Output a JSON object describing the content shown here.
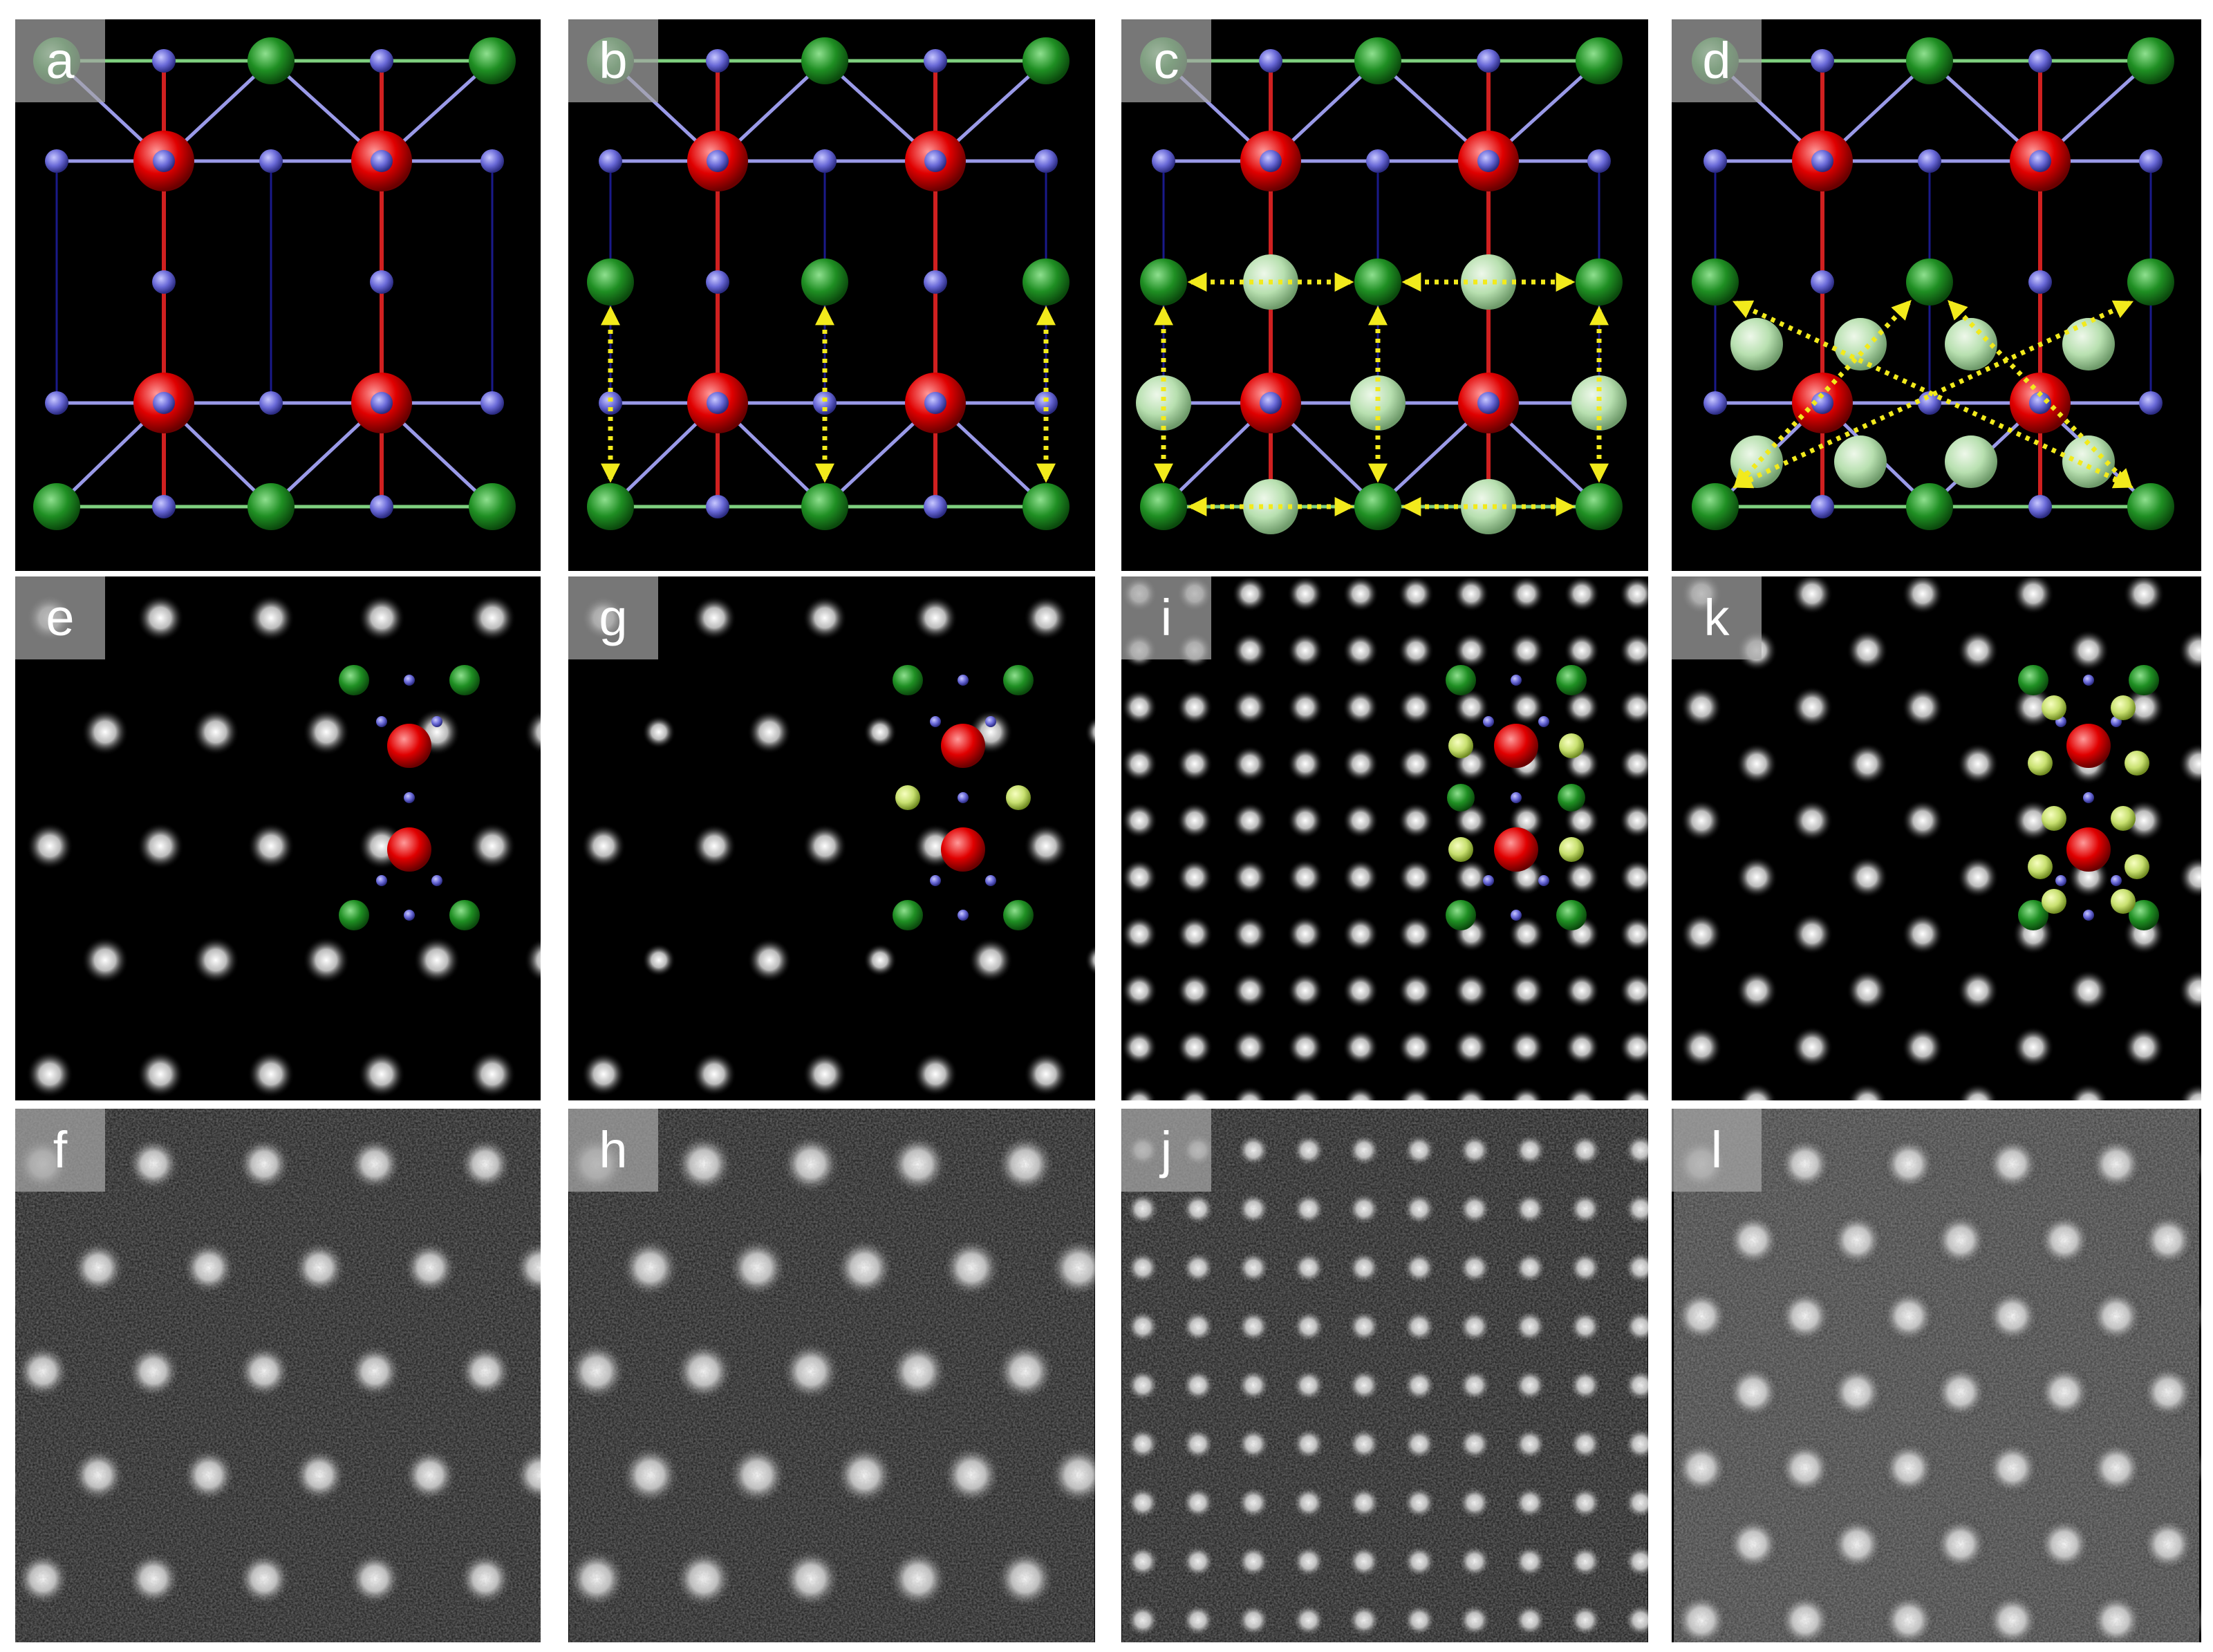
{
  "figure": {
    "panels": [
      {
        "label": "a",
        "kind": "structure",
        "variant": "pristine"
      },
      {
        "label": "b",
        "kind": "structure",
        "variant": "vertical-shift"
      },
      {
        "label": "c",
        "kind": "structure",
        "variant": "grid-shift"
      },
      {
        "label": "d",
        "kind": "structure",
        "variant": "diagonal-shift"
      },
      {
        "label": "e",
        "kind": "simulated-stem"
      },
      {
        "label": "g",
        "kind": "simulated-stem"
      },
      {
        "label": "i",
        "kind": "simulated-stem"
      },
      {
        "label": "k",
        "kind": "simulated-stem"
      },
      {
        "label": "f",
        "kind": "experimental-stem"
      },
      {
        "label": "h",
        "kind": "experimental-stem"
      },
      {
        "label": "j",
        "kind": "experimental-stem"
      },
      {
        "label": "l",
        "kind": "experimental-stem"
      }
    ]
  },
  "colors": {
    "green_atom": "#1f8f23",
    "red_atom": "#e00000",
    "blue_atom": "#6a6ad8",
    "light_green_atom": "#b8e0b0",
    "yellow_arrow": "#f2ea1c",
    "bond_green": "#7fd07f",
    "bond_blue": "#9a9ae8",
    "bond_red": "#d02020"
  }
}
